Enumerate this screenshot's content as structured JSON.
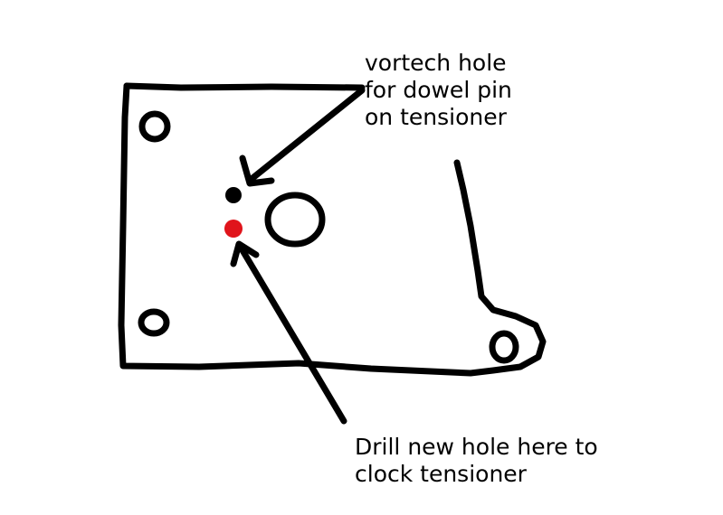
{
  "annotations": {
    "dowel_hole": {
      "lines": [
        "vortech hole",
        "for dowel pin",
        "on tensioner"
      ]
    },
    "new_hole": {
      "lines": [
        "Drill new hole here to",
        "clock tensioner"
      ]
    }
  },
  "colors": {
    "ink": "#000000",
    "new_hole": "#e0141b",
    "background": "#ffffff"
  }
}
